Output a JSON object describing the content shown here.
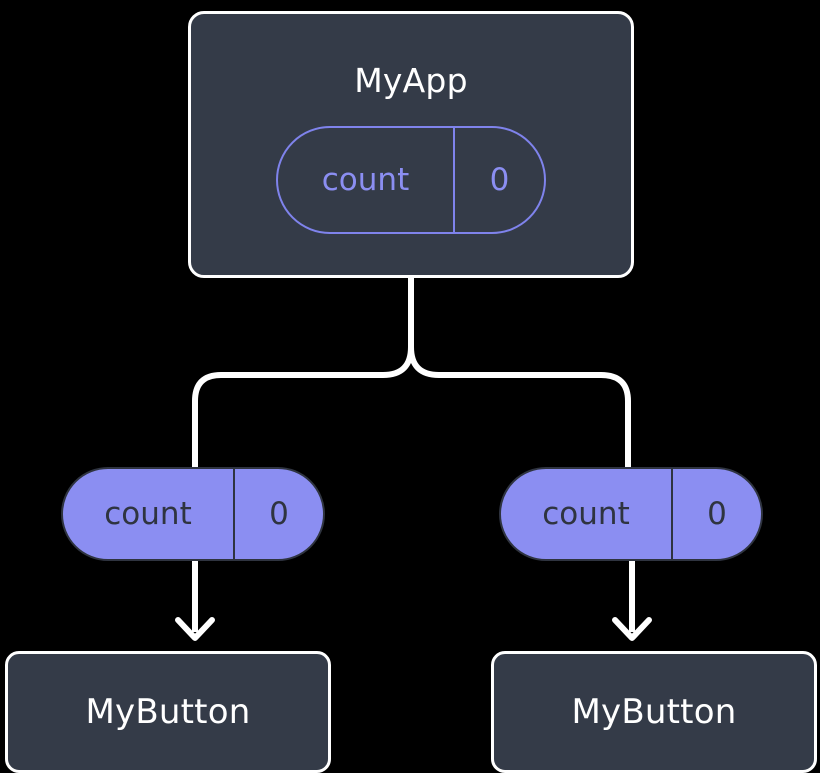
{
  "diagram": {
    "title": "MyApp component tree with shared count state",
    "background_color": "#000000",
    "node_fill": "#343b48",
    "node_border": "#ffffff",
    "accent_color": "#8b8ef2",
    "accent_stroke": "#7f83ec",
    "wire_color": "#ffffff",
    "arrow_color": "#ffffff"
  },
  "root": {
    "label": "MyApp",
    "state": {
      "key": "count",
      "value": "0",
      "style": "outlined"
    }
  },
  "children": [
    {
      "state": {
        "key": "count",
        "value": "0",
        "style": "filled"
      },
      "component": {
        "label": "MyButton"
      }
    },
    {
      "state": {
        "key": "count",
        "value": "0",
        "style": "filled"
      },
      "component": {
        "label": "MyButton"
      }
    }
  ],
  "connectors": {
    "trunk_label": "root-to-children-branch",
    "arrow_label": "state-to-component-arrow",
    "arrow_glyph": "v"
  }
}
